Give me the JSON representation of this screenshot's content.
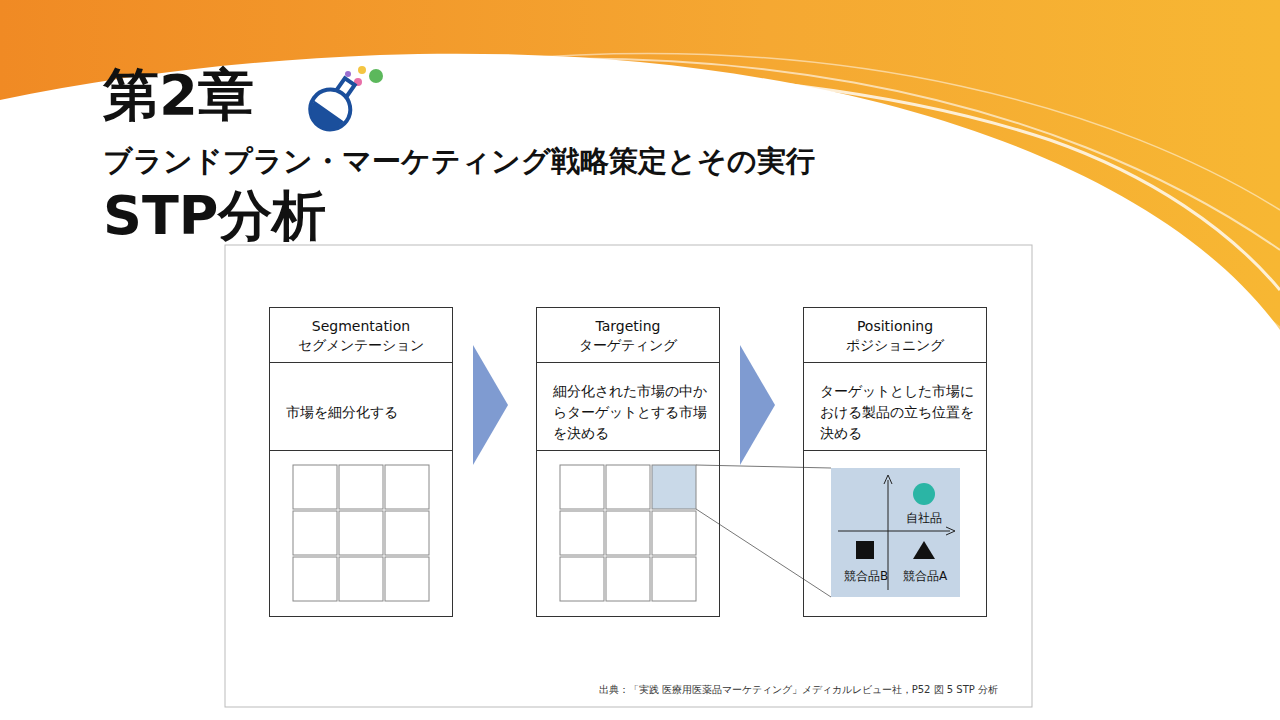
{
  "diagram": {
    "title": "STP分析",
    "caption": "出典：「実践 医療用医薬品マーケティング」メディカルレビュー社，P52 図 5 STP 分析",
    "nodes": [
      {
        "text": [
          "Segmentation",
          "セグメンテーション",
          "市場を細分化する"
        ]
      },
      {
        "text": [
          "Targeting",
          "ターゲティング",
          "細分化された市場の中からターゲットとする市場を決める"
        ]
      },
      {
        "text": [
          "Positioning",
          "ポジショニング",
          "ターゲットとした市場における製品の立ち位置を決める"
        ]
      }
    ],
    "edges": [
      {
        "from": 0,
        "to": 1,
        "arrow": "to"
      },
      {
        "from": 1,
        "to": 2,
        "arrow": "to"
      }
    ],
    "labels": [
      "第2章",
      "ブランドプラン・マーケティング戦略策定とその実行",
      "自社品",
      "競合品B",
      "競合品A"
    ]
  }
}
